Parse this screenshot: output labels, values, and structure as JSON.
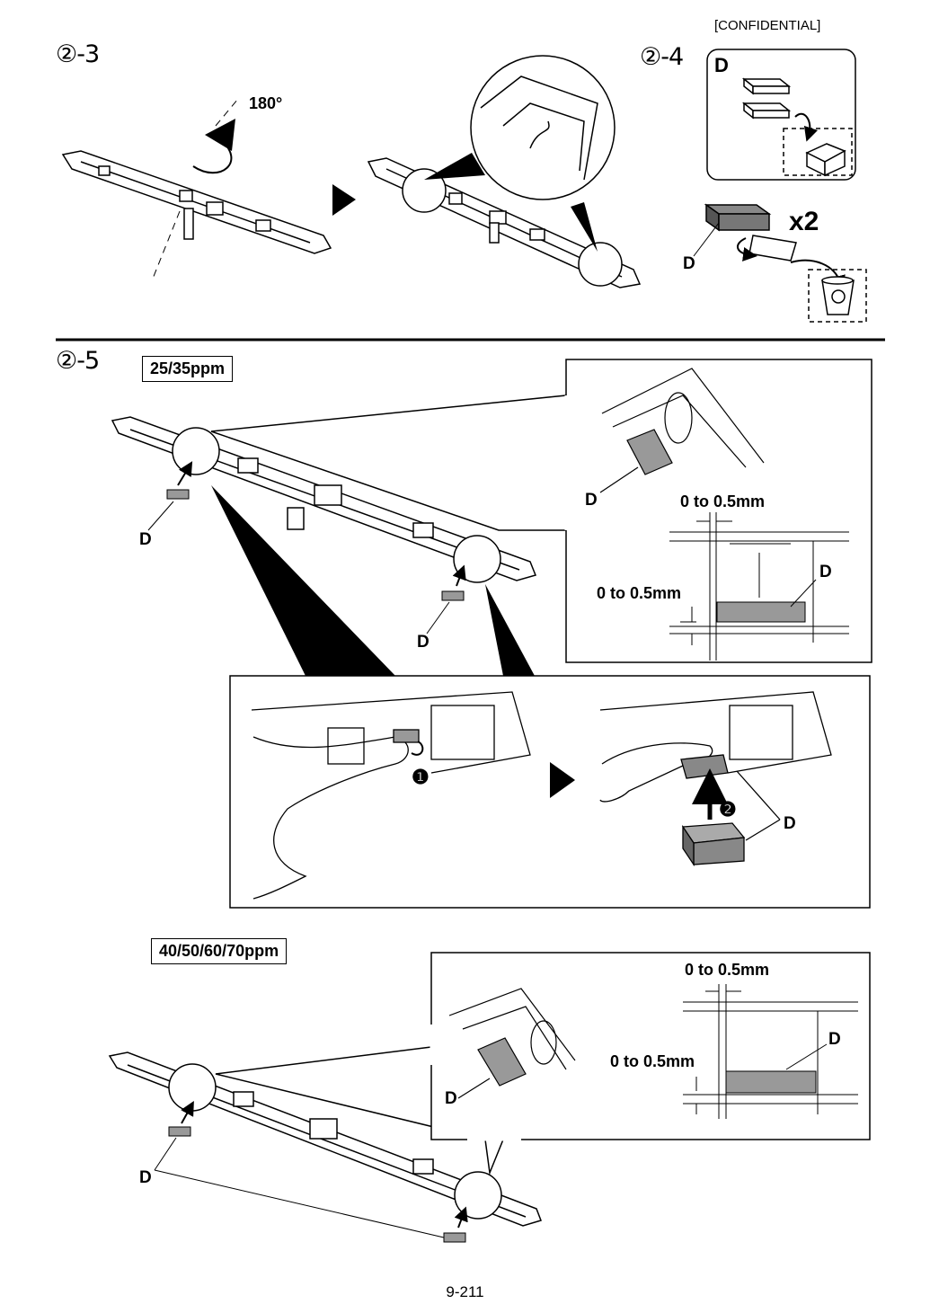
{
  "header": {
    "confidential": "[CONFIDENTIAL]"
  },
  "steps": {
    "s23": "②-3",
    "s24": "②-4",
    "s25": "②-5"
  },
  "step23": {
    "rotation_label": "180°"
  },
  "step24": {
    "part_label": "D",
    "quantity": "x2",
    "callout_label": "D"
  },
  "step25": {
    "model_a": "25/35ppm",
    "model_b": "40/50/60/70ppm",
    "part_label": "D",
    "tolerance": "0 to 0.5mm",
    "marker_1": "❶",
    "marker_2": "❷"
  },
  "footer": {
    "page_number": "9-211"
  }
}
